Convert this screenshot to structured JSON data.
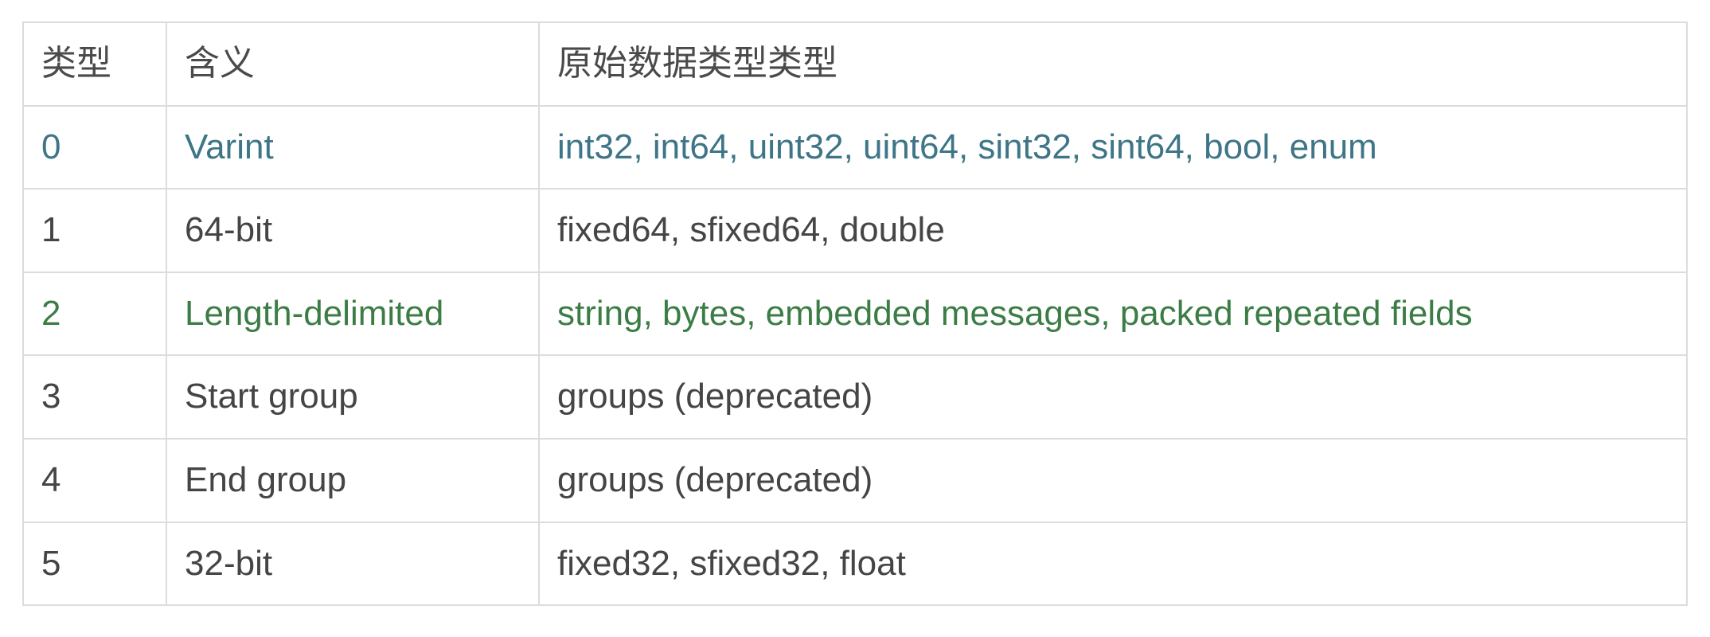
{
  "table": {
    "name": "protobuf-wire-type-table",
    "columns": [
      {
        "label": "类型"
      },
      {
        "label": "含义"
      },
      {
        "label": "原始数据类型类型"
      }
    ],
    "rows": [
      {
        "type": "0",
        "meaning": "Varint",
        "raw_types": "int32, int64, uint32, uint64, sint32, sint64, bool, enum",
        "color": "teal"
      },
      {
        "type": "1",
        "meaning": "64-bit",
        "raw_types": "fixed64, sfixed64, double",
        "color": "default"
      },
      {
        "type": "2",
        "meaning": "Length-delimited",
        "raw_types": "string, bytes, embedded messages, packed repeated fields",
        "color": "green"
      },
      {
        "type": "3",
        "meaning": "Start group",
        "raw_types": "groups (deprecated)",
        "color": "default"
      },
      {
        "type": "4",
        "meaning": "End group",
        "raw_types": "groups (deprecated)",
        "color": "default"
      },
      {
        "type": "5",
        "meaning": "32-bit",
        "raw_types": "fixed32, sfixed32, float",
        "color": "default"
      }
    ],
    "colors": {
      "teal": "#3E7587",
      "green": "#3C7D46",
      "default": "#454545",
      "border": "#dcdcdc",
      "header_text": "#4a4a4a",
      "background": "#ffffff"
    }
  }
}
